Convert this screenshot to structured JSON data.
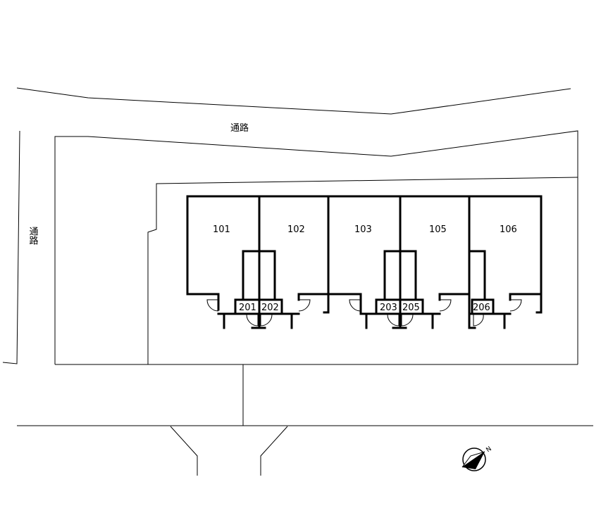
{
  "roads": {
    "top_label": "通路",
    "left_label": "通路"
  },
  "units": {
    "ground": [
      {
        "id": "u101",
        "number": "101"
      },
      {
        "id": "u102",
        "number": "102"
      },
      {
        "id": "u103",
        "number": "103"
      },
      {
        "id": "u105",
        "number": "105"
      },
      {
        "id": "u106",
        "number": "106"
      }
    ],
    "upper": [
      {
        "id": "u201",
        "number": "201"
      },
      {
        "id": "u202",
        "number": "202"
      },
      {
        "id": "u203",
        "number": "203"
      },
      {
        "id": "u205",
        "number": "205"
      },
      {
        "id": "u206",
        "number": "206"
      }
    ]
  },
  "compass": {
    "north_letter": "N"
  }
}
